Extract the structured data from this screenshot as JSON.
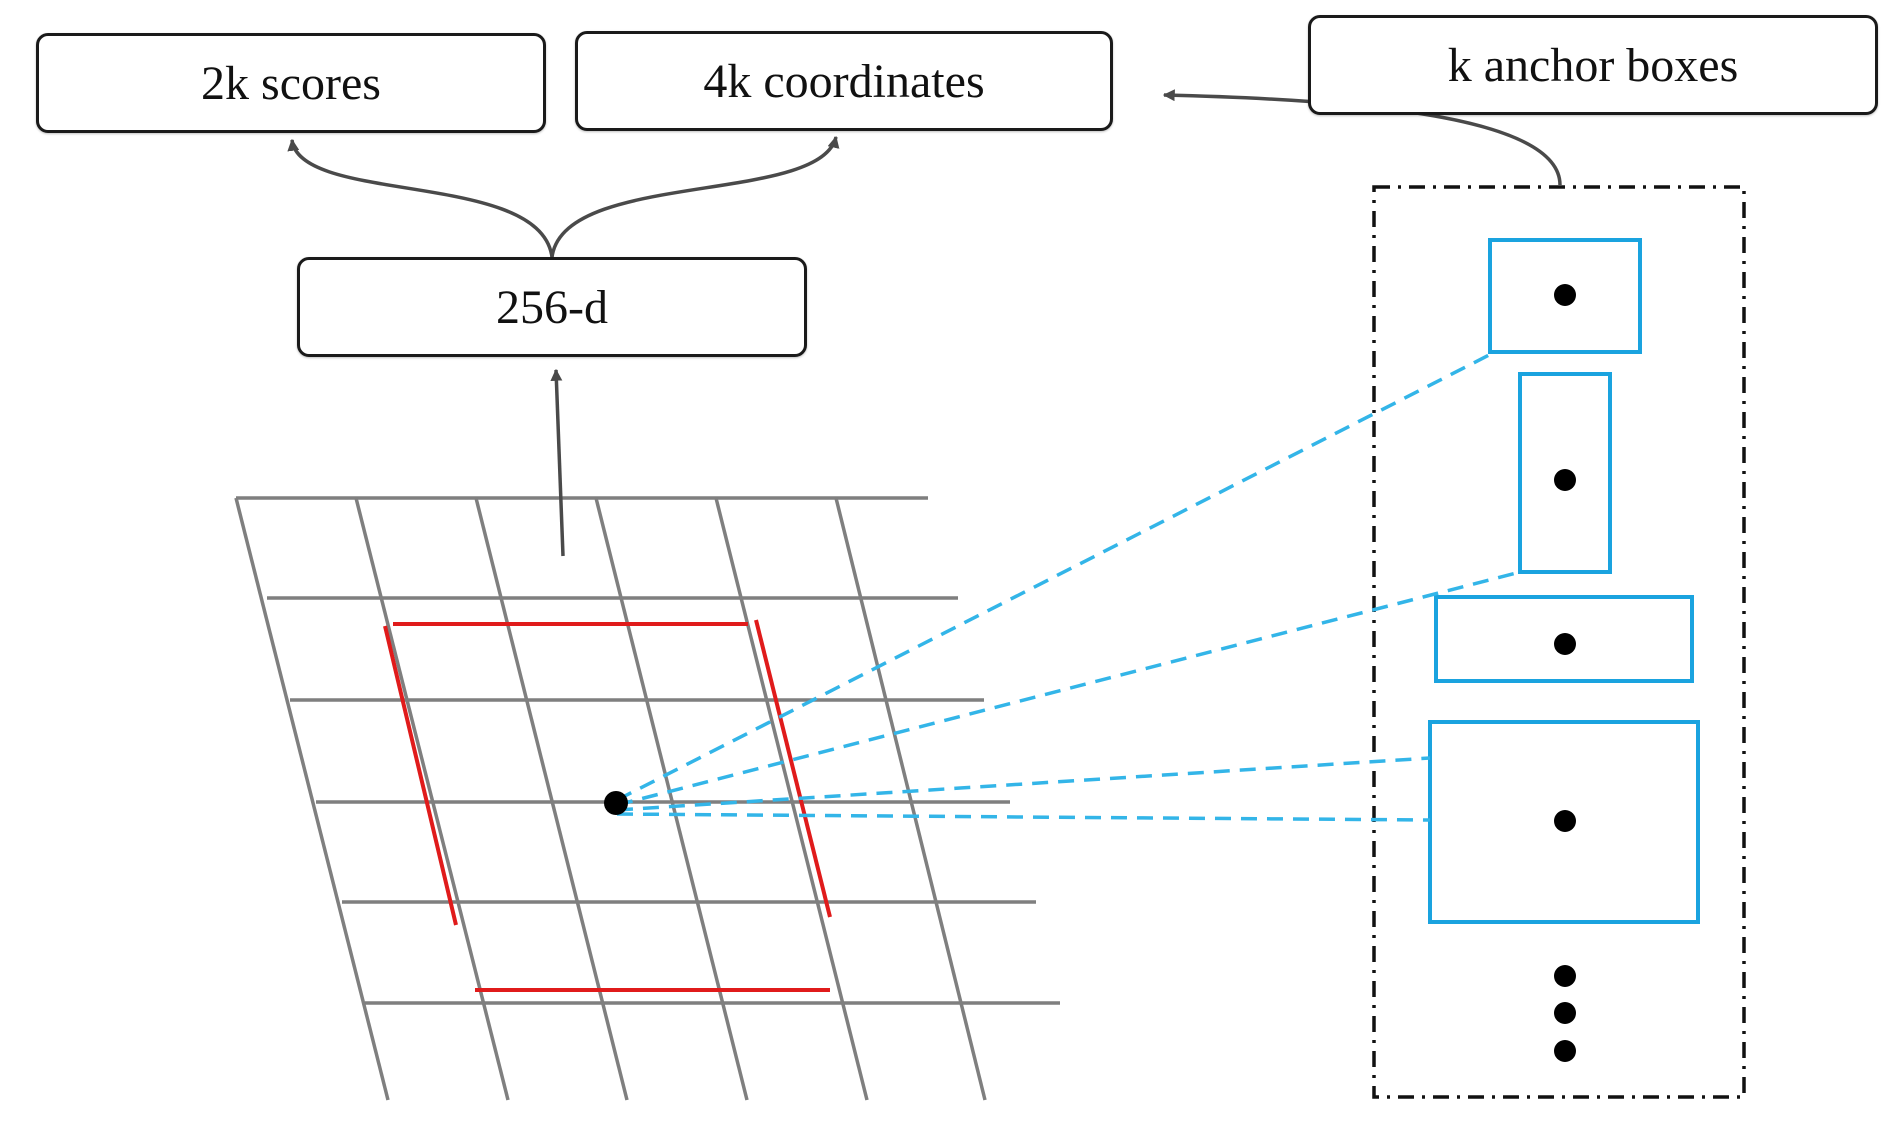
{
  "nodes": {
    "scores": "2k scores",
    "coordinates": "4k coordinates",
    "anchor_boxes": "k anchor boxes",
    "feature": "256-d"
  },
  "colors": {
    "grid": "#7f7f7f",
    "window": "#e01b1b",
    "anchor": "#1aa3df",
    "link": "#33b5e8",
    "arrow": "#4a4a4a",
    "border": "#1a1a1a"
  }
}
